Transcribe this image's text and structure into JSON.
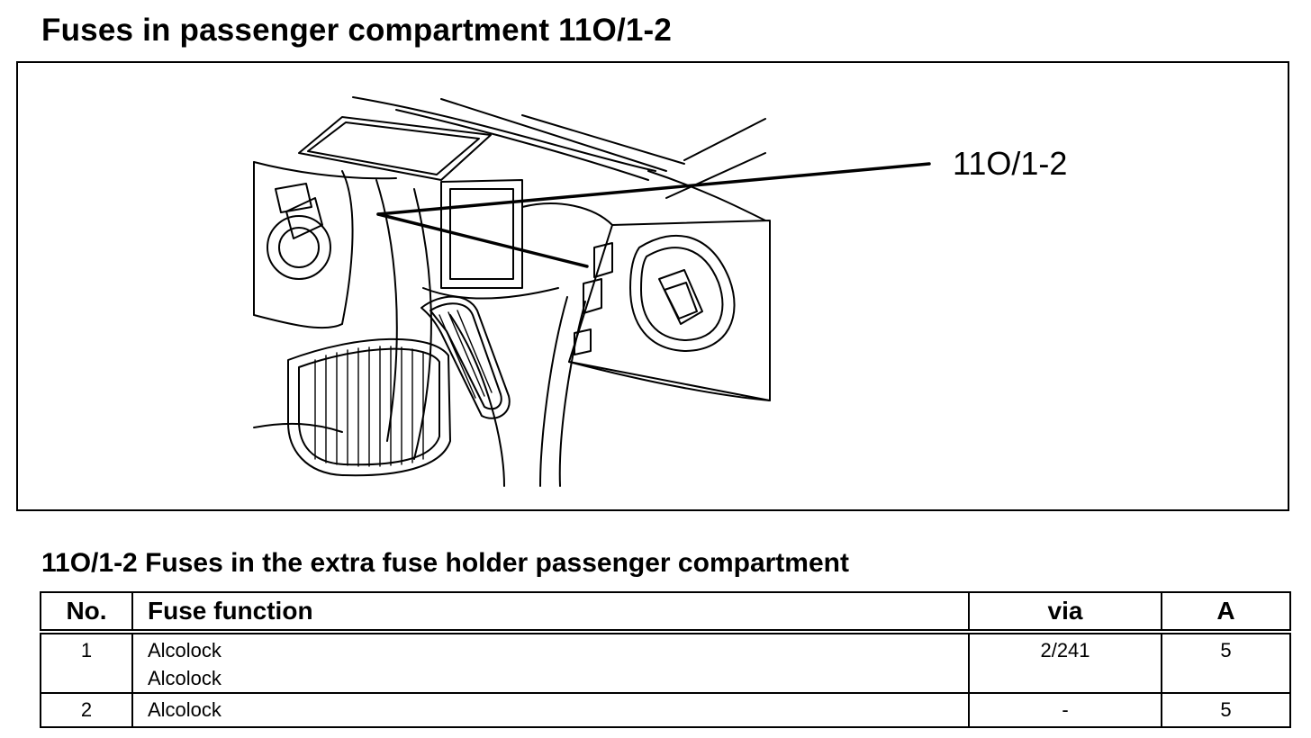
{
  "page": {
    "title": "Fuses in passenger compartment 11O/1-2"
  },
  "figure": {
    "callout_label": "11O/1-2",
    "illustration_icon": "fuse-holder-location-illustration"
  },
  "section": {
    "title": "11O/1-2 Fuses in the extra fuse holder passenger compartment"
  },
  "table": {
    "headers": {
      "no": "No.",
      "function": "Fuse function",
      "via": "via",
      "amp": "A"
    },
    "rows": [
      {
        "no": "1",
        "functions": [
          "Alcolock",
          "Alcolock"
        ],
        "via": "2/241",
        "amp": "5"
      },
      {
        "no": "2",
        "functions": [
          "Alcolock"
        ],
        "via": "-",
        "amp": "5"
      }
    ]
  }
}
